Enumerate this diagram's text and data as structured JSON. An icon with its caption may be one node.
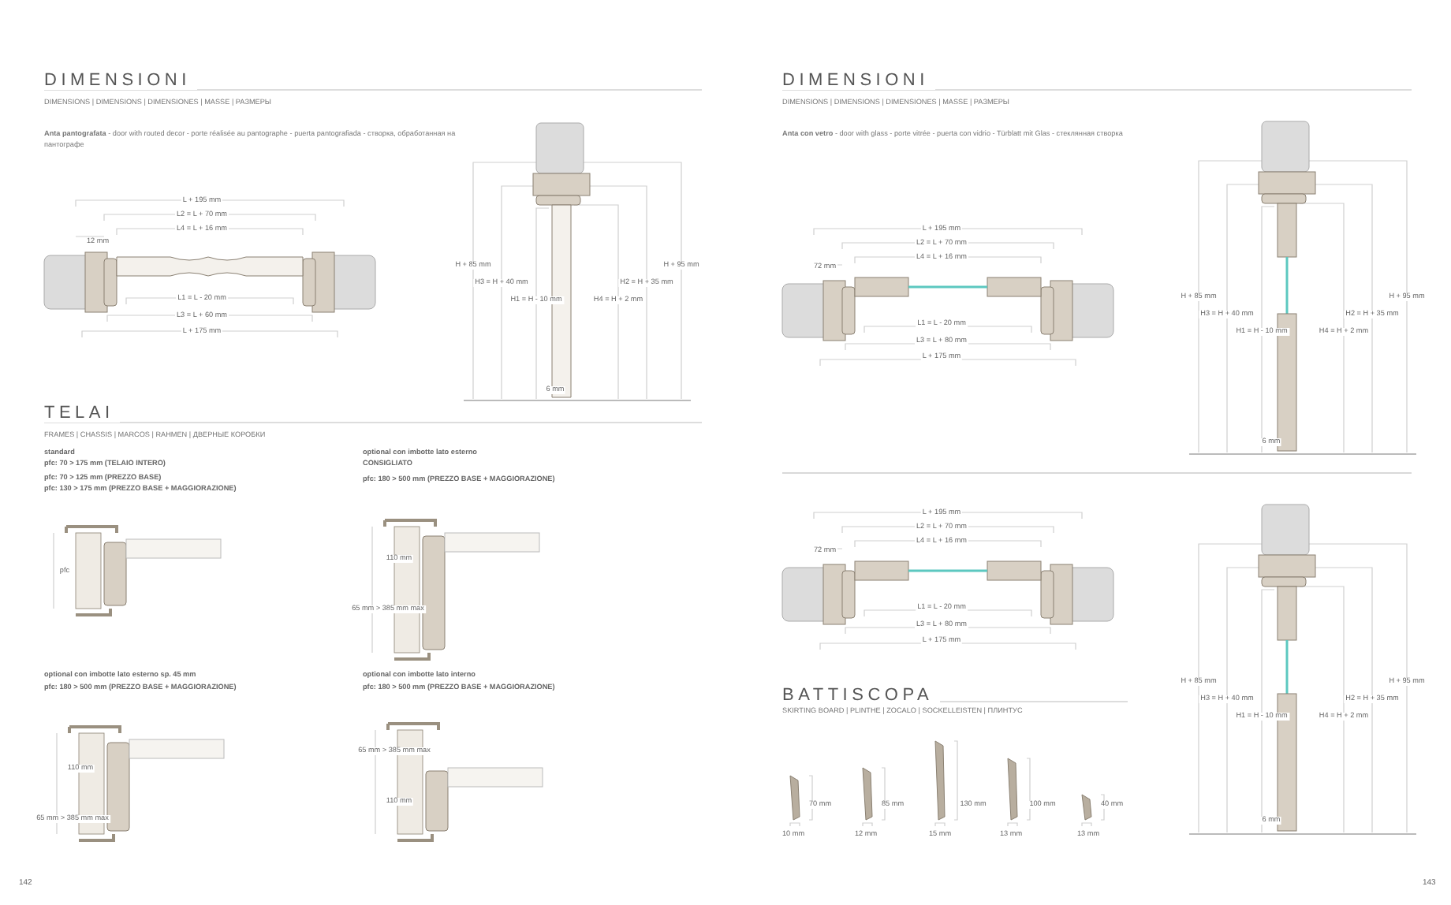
{
  "diagram": {
    "labels": [
      "DIMENSIONI",
      "DIMENSIONS | DIMENSIONS | DIMENSIONES | MASSE | РАЗМЕРЫ",
      "**Anta pantografata** - door with routed decor - porte réalisée au pantographe - puerta pantografiada - створка, обработанная на пантографе",
      "L + 195 mm",
      "L2 = L + 70 mm",
      "L4 = L + 16 mm",
      "12 mm",
      "L1 = L - 20 mm",
      "L3 = L + 60 mm",
      "L + 175 mm",
      "H + 85 mm",
      "H3 = H + 40 mm",
      "H1 = H - 10 mm",
      "H4 = H + 2 mm",
      "H2 = H + 35 mm",
      "H + 95 mm",
      "6 mm",
      "TELAI",
      "FRAMES | CHASSIS | MARCOS | RAHMEN | ДВЕРНЫЕ КОРОБКИ",
      "standard",
      "pfc: 70 > 175 mm (TELAIO INTERO)",
      "pfc: 70 > 125 mm (PREZZO BASE)",
      "pfc: 130 > 175 mm (PREZZO BASE + MAGGIORAZIONE)",
      "pfc",
      "optional con imbotte lato esterno",
      "CONSIGLIATO",
      "pfc: 180 > 500 mm (PREZZO BASE + MAGGIORAZIONE)",
      "110 mm",
      "65 mm > 385 mm max",
      "optional con imbotte lato esterno sp. 45 mm",
      "pfc: 180 > 500 mm (PREZZO BASE + MAGGIORAZIONE)",
      "110 mm",
      "65 mm > 385 mm max",
      "optional con imbotte lato interno",
      "pfc: 180 > 500 mm (PREZZO BASE + MAGGIORAZIONE)",
      "65 mm > 385 mm max",
      "110 mm",
      "142",
      "DIMENSIONI",
      "DIMENSIONS | DIMENSIONS | DIMENSIONES | MASSE | РАЗМЕРЫ",
      "**Anta con vetro** - door with glass - porte vitrée - puerta con vidrio - Türblatt mit Glas - стеклянная створка",
      "L + 195 mm",
      "L2 = L + 70 mm",
      "L4 = L + 16 mm",
      "72 mm",
      "L1 = L - 20 mm",
      "L3 = L + 80 mm",
      "L + 175 mm",
      "H + 85 mm",
      "H3 = H + 40 mm",
      "H1 = H - 10 mm",
      "H4 = H + 2 mm",
      "H2 = H + 35 mm",
      "H + 95 mm",
      "6 mm",
      "L + 195 mm",
      "L2 = L + 70 mm",
      "L4 = L + 16 mm",
      "72 mm",
      "L1 = L - 20 mm",
      "L3 = L + 80 mm",
      "L + 175 mm",
      "H + 85 mm",
      "H3 = H + 40 mm",
      "H1 = H - 10 mm",
      "H4 = H + 2 mm",
      "H2 = H + 35 mm",
      "H + 95 mm",
      "6 mm",
      "BATTISCOPA",
      "SKIRTING BOARD | PLINTHE | ZOCALO | SOCKELLEISTEN | ПЛИНТУС",
      "70 mm",
      "10 mm",
      "85 mm",
      "12 mm",
      "130 mm",
      "15 mm",
      "100 mm",
      "13 mm",
      "40 mm",
      "13 mm",
      "143"
    ]
  }
}
